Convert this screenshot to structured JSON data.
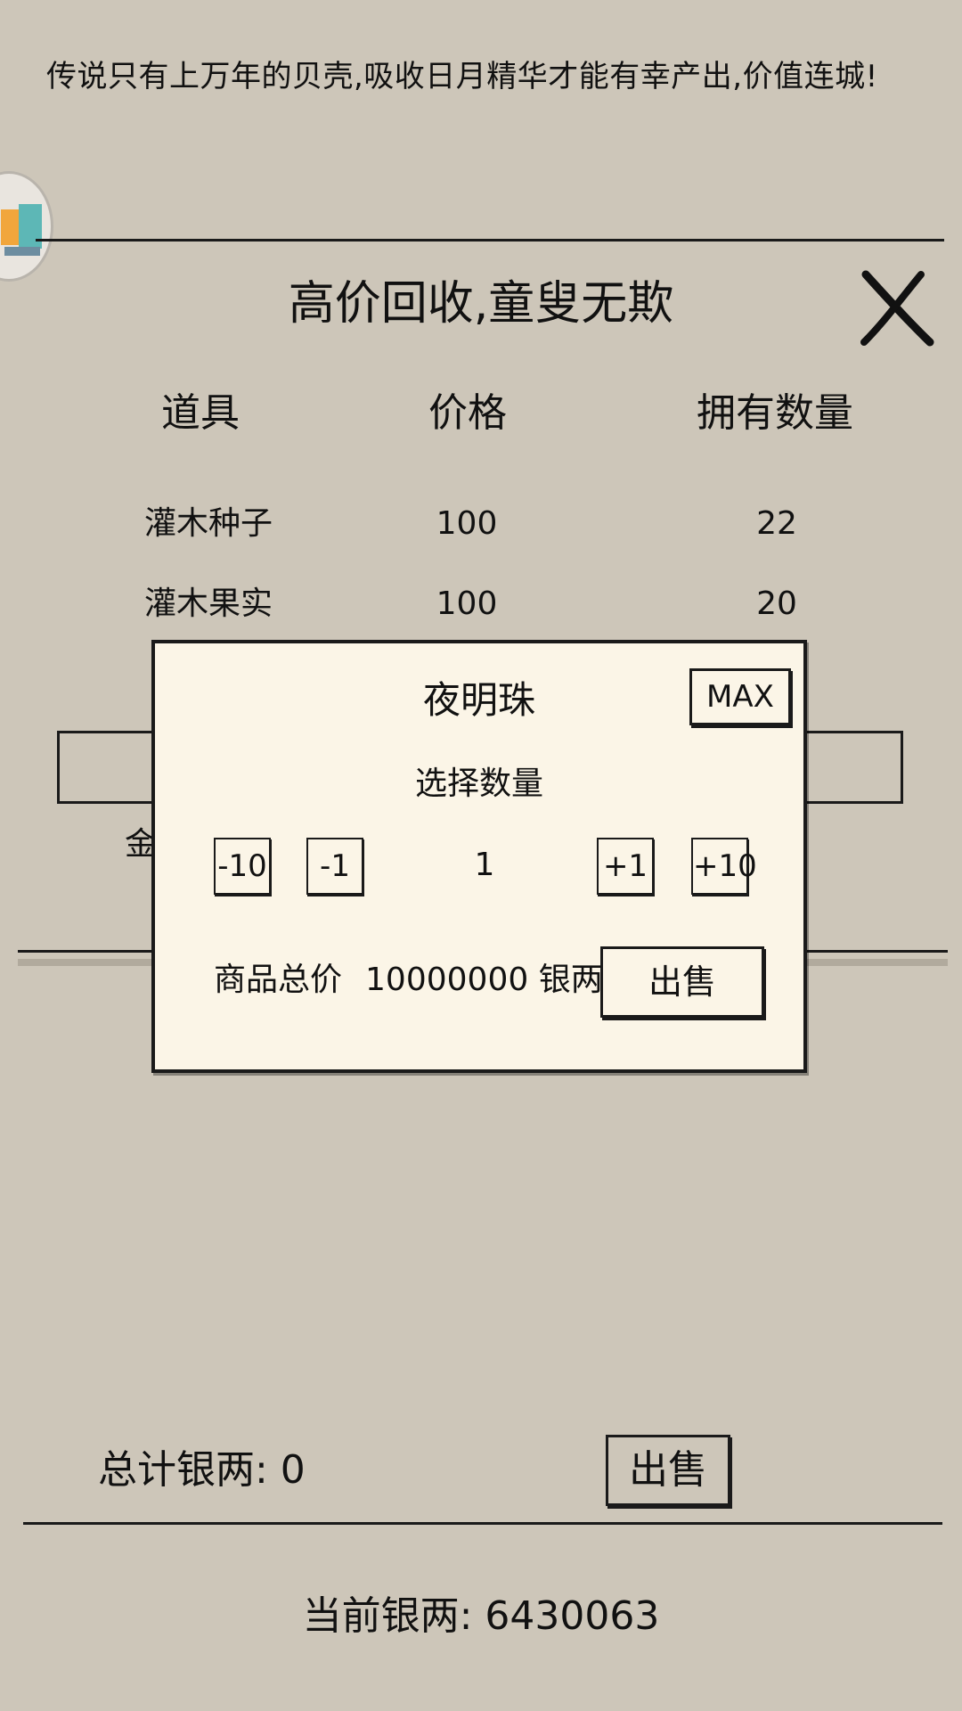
{
  "description": "传说只有上万年的贝壳,吸收日月精华才能有幸产出,价值连城!",
  "shop": {
    "title": "高价回收,童叟无欺",
    "columns": [
      "道具",
      "价格",
      "拥有数量"
    ],
    "rows": [
      {
        "name": "灌木种子",
        "price": "100",
        "owned": "22"
      },
      {
        "name": "灌木果实",
        "price": "100",
        "owned": "20"
      }
    ],
    "partial_row_label": "金"
  },
  "modal": {
    "item_name": "夜明珠",
    "max_label": "MAX",
    "select_label": "选择数量",
    "minus10": "-10",
    "minus1": "-1",
    "quantity": "1",
    "plus1": "+1",
    "plus10": "+10",
    "total_label": "商品总价",
    "total_value": "10000000 银两",
    "sell_label": "出售"
  },
  "footer": {
    "total_text": "总计银两:  0",
    "sell_label": "出售",
    "current_silver_text": "当前银两:  6430063"
  },
  "icons": {
    "close": "close-x-icon",
    "app_badge": "app-badge-icon"
  }
}
